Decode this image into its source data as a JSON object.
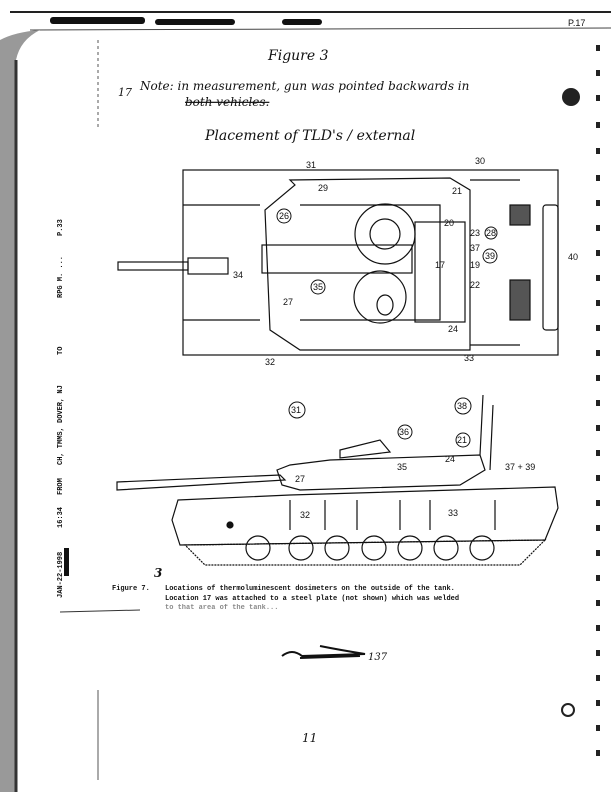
{
  "header": {
    "page_number": "P.17"
  },
  "margin_note": "17",
  "fax_strip": [
    "JAN-22-1998",
    "16:34",
    "FROM",
    "CH, TMMS, DOVER, NJ",
    "TO",
    "RPG M. ...",
    "P.33"
  ],
  "handwritten": {
    "figure_title": "Figure 3",
    "note_line1": "Note: in measurement, gun was pointed backwards in",
    "note_line2": "both vehicles.",
    "placement": "Placement of TLD's     / external"
  },
  "top_view_labels": [
    "31",
    "30",
    "29",
    "21",
    "26",
    "20",
    "23",
    "28",
    "37",
    "17",
    "39",
    "19",
    "22",
    "34",
    "35",
    "27",
    "24",
    "40",
    "32",
    "33"
  ],
  "side_view_labels": [
    "31",
    "38",
    "36",
    "21",
    "24",
    "27",
    "35",
    "37 + 39",
    "32",
    "33"
  ],
  "caption": {
    "figure_number_handwritten": "3",
    "figure_label": "Figure 7.",
    "line1": "Locations of thermoluminescent dosimeters on the outside of the tank.",
    "line2": "Location 17 was attached to a steel plate (not shown) which was welded",
    "line3": "to that area of the tank..."
  },
  "signature_note": "137",
  "page_footer": "11"
}
